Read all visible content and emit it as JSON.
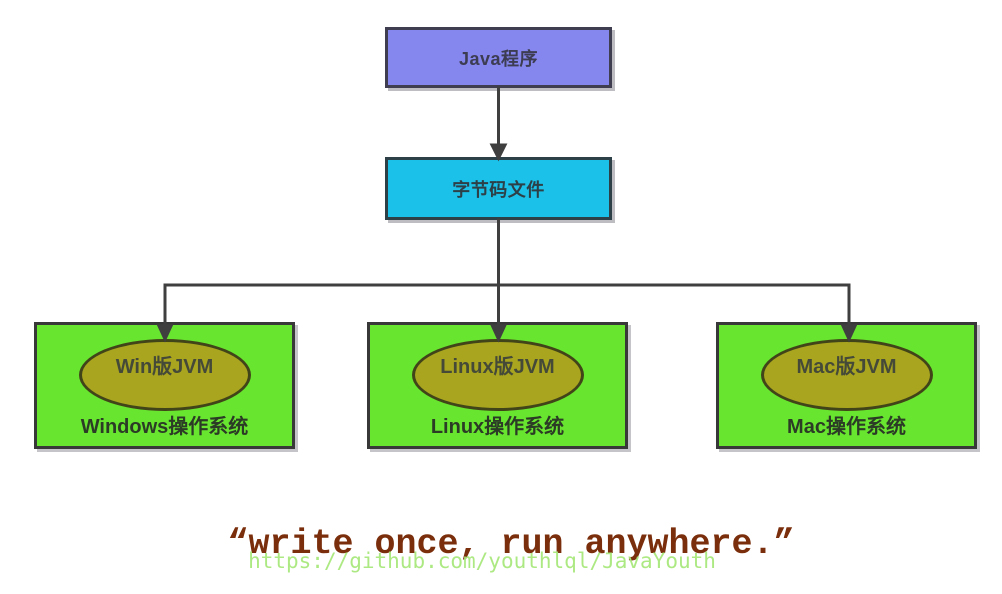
{
  "diagram": {
    "java_box": {
      "label": "Java程序"
    },
    "bytecode_box": {
      "label": "字节码文件"
    },
    "platforms": [
      {
        "jvm_label": "Win版JVM",
        "os_label": "Windows操作系统"
      },
      {
        "jvm_label": "Linux版JVM",
        "os_label": "Linux操作系统"
      },
      {
        "jvm_label": "Mac版JVM",
        "os_label": "Mac操作系统"
      }
    ],
    "quote": "“write once, run anywhere.”",
    "watermark": "https://github.com/youthlql/JavaYouth",
    "colors": {
      "java_box_fill": "#8687ee",
      "bytecode_box_fill": "#1bc1e9",
      "platform_box_fill": "#68e52f",
      "jvm_ellipse_fill": "#a9a51f",
      "connector": "#3f3f3f",
      "quote_text": "#7a2e0b",
      "watermark_text": "#a9e87d"
    }
  }
}
